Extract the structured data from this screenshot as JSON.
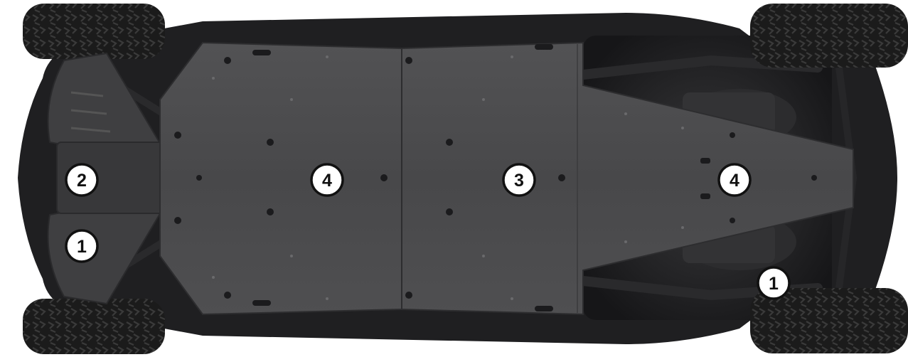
{
  "diagram": {
    "description_colors": {
      "background": "#ffffff",
      "skid_plate": "#4a4a4c",
      "chassis_dark": "#1f1f21",
      "tire": "#1a1a1a",
      "callout_fill": "#ffffff",
      "callout_stroke": "#111111"
    },
    "callouts": [
      {
        "id": "c1",
        "label": "1"
      },
      {
        "id": "c2",
        "label": "1"
      },
      {
        "id": "c3",
        "label": "2"
      },
      {
        "id": "c4",
        "label": "3"
      },
      {
        "id": "c5",
        "label": "4"
      },
      {
        "id": "c6",
        "label": "4"
      }
    ]
  }
}
